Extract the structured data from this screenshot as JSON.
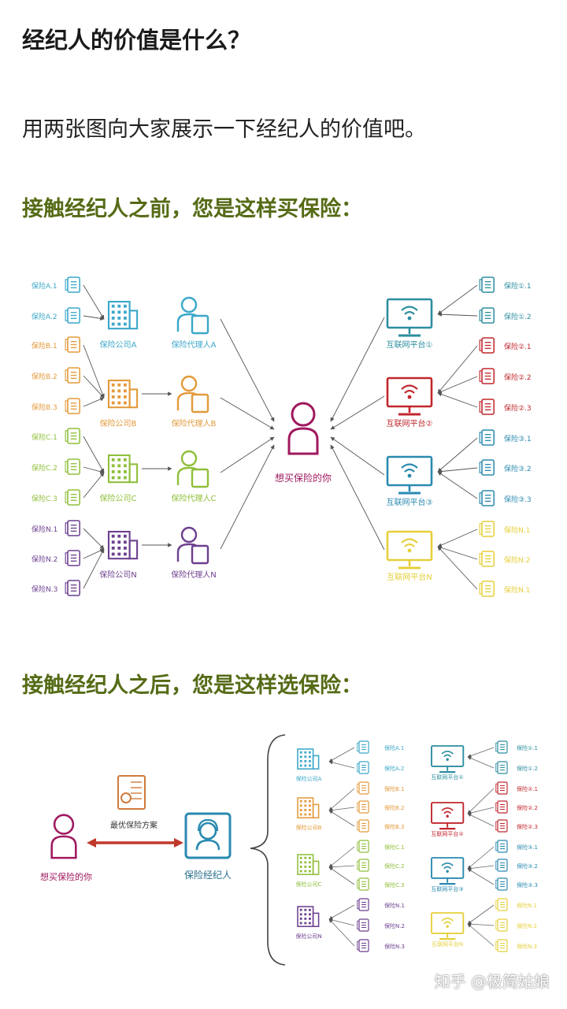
{
  "article": {
    "title": "经纪人的价值是什么？",
    "intro": "用两张图向大家展示一下经纪人的价值吧。",
    "before_heading": "接触经纪人之前，您是这样买保险：",
    "after_heading": "接触经纪人之后，您是这样选保险："
  },
  "colors": {
    "a": "#3aa7c9",
    "b": "#e39a3a",
    "c": "#8fbf3a",
    "n": "#6c3f8f",
    "p1": "#2c8ea0",
    "p2": "#c1272d",
    "p3": "#2a8ab0",
    "pn": "#e6cf3b",
    "you": "#a0195f",
    "arrow": "#c0392b"
  },
  "diagram1": {
    "you_label": "想买保险的你",
    "left_groups": [
      {
        "key": "a",
        "company": "保险公司A",
        "agent": "保险代理人A",
        "products": [
          "保险A.1",
          "保险A.2"
        ]
      },
      {
        "key": "b",
        "company": "保险公司B",
        "agent": "保险代理人B",
        "products": [
          "保险B.1",
          "保险B.2",
          "保险B.3"
        ]
      },
      {
        "key": "c",
        "company": "保险公司C",
        "agent": "保险代理人C",
        "products": [
          "保险C.1",
          "保险C.2",
          "保险C.3"
        ]
      },
      {
        "key": "n",
        "company": "保险公司N",
        "agent": "保险代理人N",
        "products": [
          "保险N.1",
          "保险N.2",
          "保险N.3"
        ]
      }
    ],
    "right_groups": [
      {
        "key": "p1",
        "platform": "互联网平台①",
        "products": [
          "保险①.1",
          "保险①.2"
        ]
      },
      {
        "key": "p2",
        "platform": "互联网平台②",
        "products": [
          "保险②.1",
          "保险②.2",
          "保险②.3"
        ]
      },
      {
        "key": "p3",
        "platform": "互联网平台③",
        "products": [
          "保险③.1",
          "保险③.2",
          "保险③.3"
        ]
      },
      {
        "key": "pn",
        "platform": "互联网平台N",
        "products": [
          "保险N.1",
          "保险N.2",
          "保险N.1"
        ]
      }
    ]
  },
  "diagram2": {
    "you_label": "想买保险的你",
    "broker_label": "保险经纪人",
    "plan_label": "最优保险方案",
    "left_groups": [
      {
        "key": "a",
        "company": "保险公司A",
        "products": [
          "保险A.1",
          "保险A.2"
        ]
      },
      {
        "key": "b",
        "company": "保险公司B",
        "products": [
          "保险B.1",
          "保险B.2",
          "保险B.3"
        ]
      },
      {
        "key": "c",
        "company": "保险公司C",
        "products": [
          "保险C.1",
          "保险C.2",
          "保险C.3"
        ]
      },
      {
        "key": "n",
        "company": "保险公司N",
        "products": [
          "保险N.1",
          "保险N.2",
          "保险N.3"
        ]
      }
    ],
    "right_groups": [
      {
        "key": "p1",
        "platform": "互联网平台①",
        "products": [
          "保险①.1",
          "保险①.2"
        ]
      },
      {
        "key": "p2",
        "platform": "互联网平台②",
        "products": [
          "保险②.1",
          "保险②.2",
          "保险②.3"
        ]
      },
      {
        "key": "p3",
        "platform": "互联网平台③",
        "products": [
          "保险③.1",
          "保险③.2",
          "保险③.3"
        ]
      },
      {
        "key": "pn",
        "platform": "互联网平台N",
        "products": [
          "保险N.1",
          "保险N.2",
          "保险N.3"
        ]
      }
    ]
  },
  "watermark": "知乎 @极简姑娘"
}
